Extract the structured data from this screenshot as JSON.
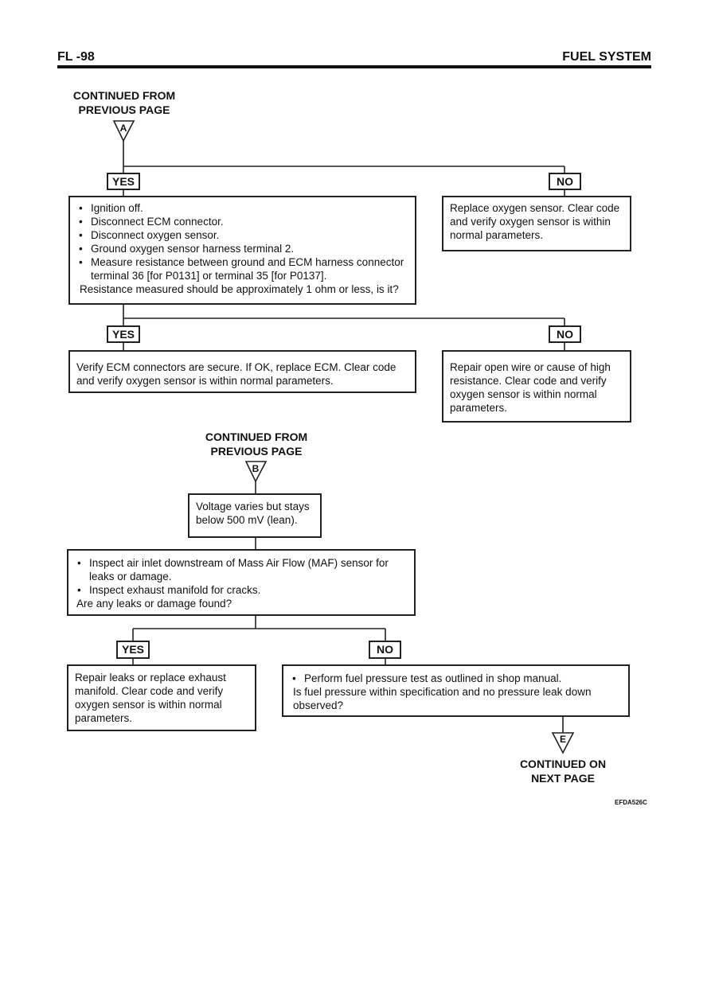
{
  "header": {
    "left": "FL -98",
    "right": "FUEL SYSTEM"
  },
  "continued_from": {
    "line1": "CONTINUED FROM",
    "line2": "PREVIOUS PAGE"
  },
  "continued_on": {
    "line1": "CONTINUED ON",
    "line2": "NEXT PAGE"
  },
  "connectors": {
    "a": "A",
    "b": "B",
    "e": "E"
  },
  "labels": {
    "yes": "YES",
    "no": "NO"
  },
  "step1": {
    "bullets": [
      "Ignition off.",
      "Disconnect ECM connector.",
      "Disconnect oxygen sensor.",
      "Ground oxygen sensor harness terminal 2.",
      "Measure resistance between ground and ECM harness connector terminal 36 [for P0131] or terminal 35 [for P0137]."
    ],
    "question": "Resistance measured should be approximately 1 ohm or less, is it?"
  },
  "step1_no": "Replace oxygen sensor. Clear code and verify oxygen sensor is within normal parameters.",
  "step2_yes": "Verify ECM connectors are secure. If OK, replace ECM. Clear code and verify  oxygen sensor is within normal parameters.",
  "step2_no": "Repair open wire or cause of high resistance. Clear code and verify oxygen sensor is within normal parameters.",
  "voltage": "Voltage varies but stays below 500 mV (lean).",
  "step3": {
    "bullets": [
      "Inspect air inlet downstream of Mass Air Flow (MAF) sensor for leaks or damage.",
      "Inspect exhaust manifold for cracks."
    ],
    "question": "Are any leaks or damage found?"
  },
  "step3_yes": "Repair leaks or replace exhaust manifold. Clear code and verify oxygen sensor is within normal parameters.",
  "step3_no": {
    "bullets": [
      "Perform fuel pressure test as outlined in shop manual."
    ],
    "question": "Is fuel pressure within specification and no pressure leak down observed?"
  },
  "figure_code": "EFDA526C"
}
